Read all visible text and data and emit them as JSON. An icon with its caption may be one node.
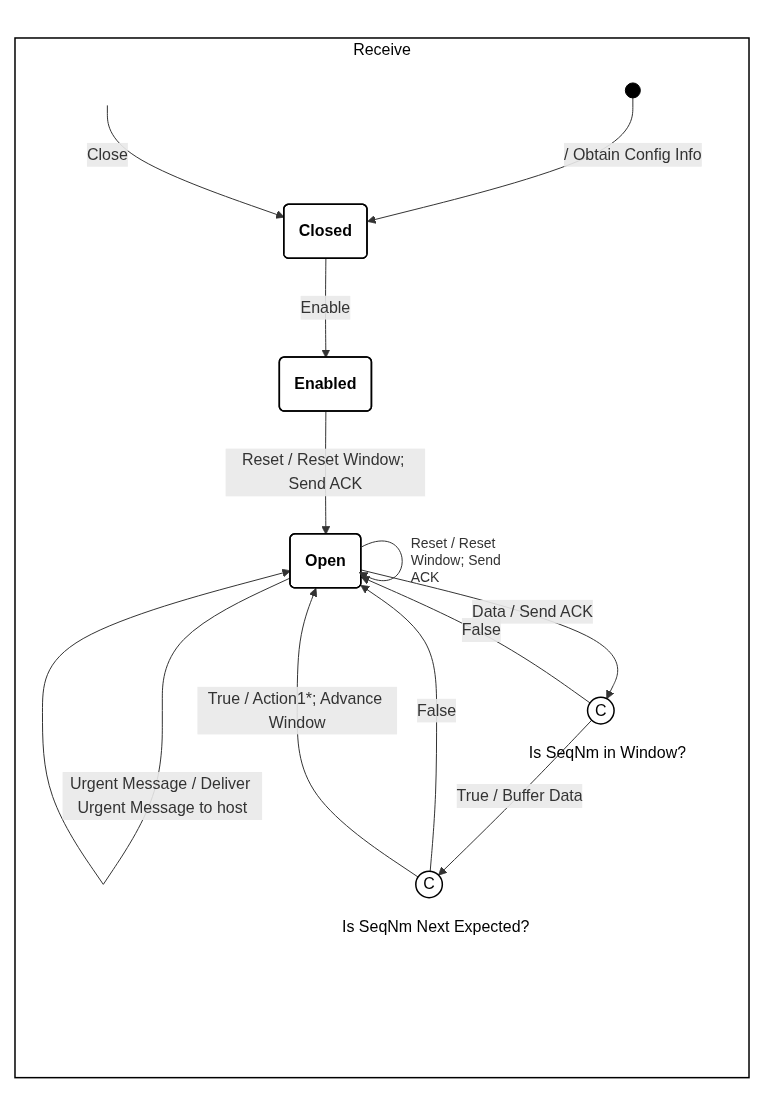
{
  "diagram": {
    "nodes": [
      {
        "text": [
          "Receive"
        ]
      },
      {
        "text": [],
        "shape": "circle",
        "in": 0
      },
      {
        "text": [
          "Closed"
        ],
        "in": 0
      },
      {
        "text": [
          "Enabled"
        ],
        "in": 0
      },
      {
        "text": [
          "Open"
        ],
        "in": 0
      },
      {
        "text": [
          "C"
        ],
        "in": 0,
        "beside": [
          "Is SeqNm Next Expected?"
        ]
      },
      {
        "text": [
          "C"
        ],
        "in": 0,
        "beside": [
          "Is SeqNm in Window?"
        ]
      }
    ],
    "edges": [
      {
        "from": 1,
        "to": 2,
        "arrow": "to",
        "label": "/ Obtain Config Info"
      },
      {
        "from": null,
        "to": 2,
        "arrow": "to",
        "label": "Close"
      },
      {
        "from": 2,
        "to": 3,
        "arrow": "to",
        "label": "Enable"
      },
      {
        "from": 3,
        "to": 4,
        "arrow": "to",
        "label": "Reset / Reset Window; Send ACK"
      },
      {
        "from": 4,
        "to": 4,
        "arrow": "to",
        "label": "Urgent Message / Deliver Urgent Message to host"
      },
      {
        "from": 4,
        "to": 4,
        "arrow": "to",
        "label": "Reset / Reset Window; Send ACK"
      },
      {
        "from": 4,
        "to": 6,
        "arrow": "to",
        "label": "Data / Send ACK"
      },
      {
        "from": 6,
        "to": 4,
        "arrow": "to",
        "label": "False"
      },
      {
        "from": 6,
        "to": 5,
        "arrow": "to",
        "label": "True / Buffer Data"
      },
      {
        "from": 5,
        "to": 4,
        "arrow": "to",
        "label": "False"
      },
      {
        "from": 5,
        "to": 4,
        "arrow": "to",
        "label": "True / Action1*; Advance Window"
      }
    ]
  }
}
